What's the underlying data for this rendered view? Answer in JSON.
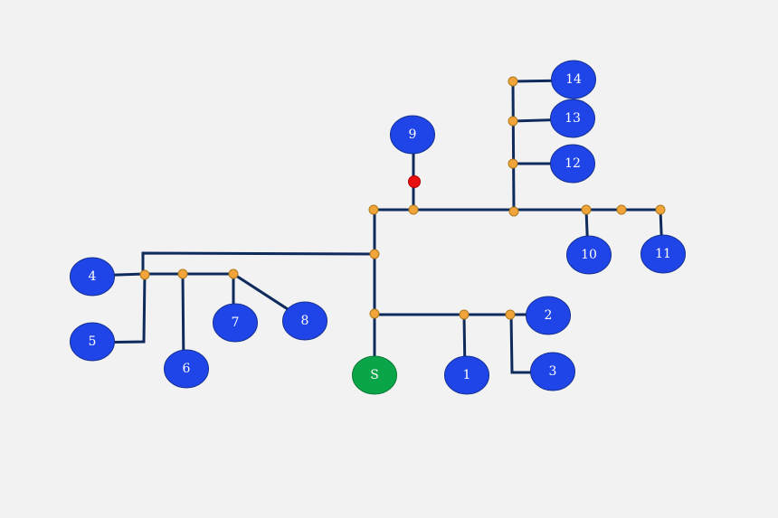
{
  "colors": {
    "background": "#f2f2f2",
    "edge": "#0f2a5c",
    "junction": "#f0a43a",
    "marker": "#e81010",
    "node": "#1f45e8",
    "source_node": "#0aa548"
  },
  "source": {
    "label": "S"
  },
  "nodes": [
    {
      "id": "1",
      "label": "1"
    },
    {
      "id": "2",
      "label": "2"
    },
    {
      "id": "3",
      "label": "3"
    },
    {
      "id": "4",
      "label": "4"
    },
    {
      "id": "5",
      "label": "5"
    },
    {
      "id": "6",
      "label": "6"
    },
    {
      "id": "7",
      "label": "7"
    },
    {
      "id": "8",
      "label": "8"
    },
    {
      "id": "9",
      "label": "9"
    },
    {
      "id": "10",
      "label": "10"
    },
    {
      "id": "11",
      "label": "11"
    },
    {
      "id": "12",
      "label": "12"
    },
    {
      "id": "13",
      "label": "13"
    },
    {
      "id": "14",
      "label": "14"
    }
  ]
}
